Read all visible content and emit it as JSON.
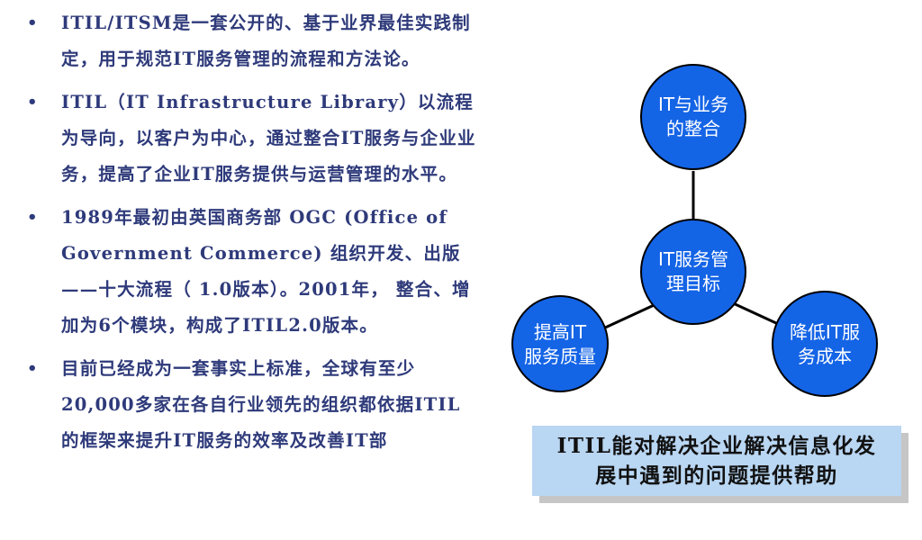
{
  "bullets": [
    "ITIL/ITSM是一套公开的、基于业界最佳实践制定，用于规范IT服务管理的流程和方法论。",
    "ITIL（IT Infrastructure Library）以流程为导向，以客户为中心，通过整合IT服务与企业业务，提高了企业IT服务提供与运营管理的水平。",
    "1989年最初由英国商务部 OGC (Office of Government Commerce) 组织开发、出版——十大流程（ 1.0版本）。2001年， 整合、增加为6个模块，构成了ITIL2.0版本。",
    "目前已经成为一套事实上标准，全球有至少20,000多家在各自行业领先的组织都依据ITIL 的框架来提升IT服务的效率及改善IT部"
  ],
  "diagram": {
    "center": {
      "line1": "IT服务管",
      "line2": "理目标"
    },
    "top": {
      "line1": "IT与业务",
      "line2": "的整合"
    },
    "left": {
      "line1": "提高IT",
      "line2": "服务质量"
    },
    "right": {
      "line1": "降低IT服",
      "line2": "务成本"
    },
    "node_color": "#1464e6",
    "line_color": "#000000"
  },
  "callout": {
    "line1": "ITIL能对解决企业解决信息化发",
    "line2": "展中遇到的问题提供帮助",
    "background": "#b9d6f2"
  }
}
